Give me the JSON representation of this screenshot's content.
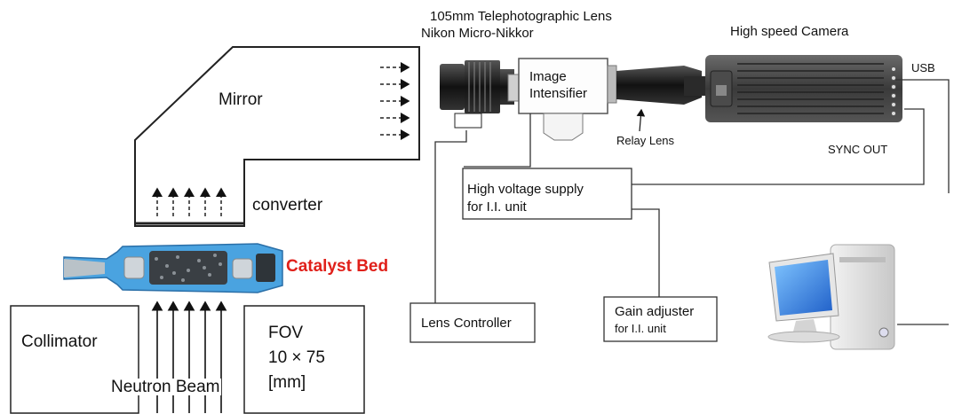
{
  "labels": {
    "lens_title_1": "105mm Telephotographic Lens",
    "lens_title_2": "Nikon Micro-Nikkor",
    "camera": "High speed Camera",
    "usb": "USB",
    "mirror": "Mirror",
    "image_intensifier_1": "Image",
    "image_intensifier_2": "Intensifier",
    "relay_lens": "Relay Lens",
    "sync_out": "SYNC OUT",
    "hv_supply_1": "High voltage supply",
    "hv_supply_2": "for I.I. unit",
    "converter": "converter",
    "catalyst_bed": "Catalyst Bed",
    "lens_controller": "Lens Controller",
    "gain_adjuster_1": "Gain adjuster",
    "gain_adjuster_2": "for I.I. unit",
    "collimator": "Collimator",
    "fov_1": "FOV",
    "fov_2": "10 × 75",
    "fov_3": "[mm]",
    "neutron_beam": "Neutron Beam"
  },
  "colors": {
    "catalyst_label": "#e0201a",
    "reactor_body": "#4aa3e0",
    "monitor_screen": "#1f73d8"
  },
  "icons": {
    "computer": "desktop-computer-icon",
    "camera": "high-speed-camera-icon",
    "lens": "telephoto-lens-icon"
  }
}
